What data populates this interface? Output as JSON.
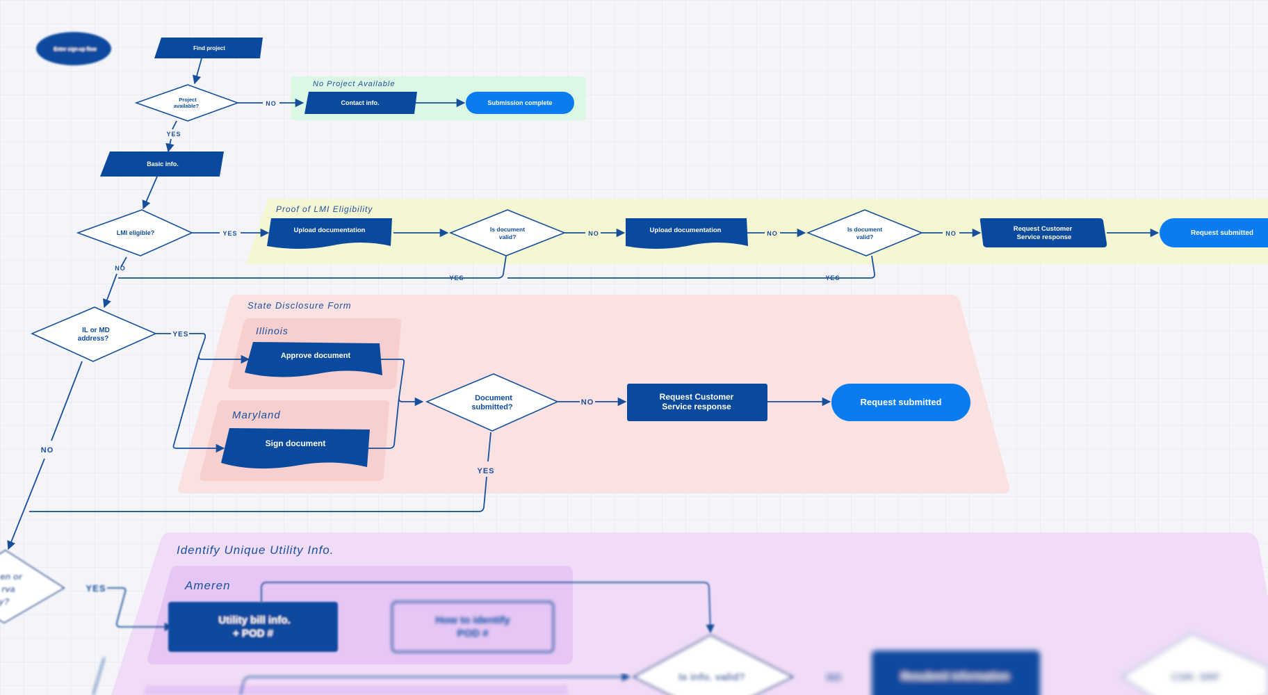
{
  "colors": {
    "node_fill": "#0a4a9e",
    "terminal_fill": "#0a7cf0",
    "line": "#154f9c",
    "lane_green": "#dcf7e4",
    "lane_yellow": "#f5f7d2",
    "lane_red": "#fbe2e2",
    "lane_red_inner": "#f8cfcf",
    "lane_purple": "#f0dcf6",
    "lane_purple_inner": "#e6c6f4",
    "grid": "#e3e3ea"
  },
  "nodes": {
    "start": "Enter sign-up flow",
    "find_project": "Find project",
    "project_available": "Project available?",
    "contact_info": "Contact info.",
    "submission_complete": "Submission complete",
    "basic_info": "Basic info.",
    "lmi_eligible": "LMI eligible?",
    "upload_doc_1": "Upload documentation",
    "doc_valid_1": "Is document valid?",
    "upload_doc_2": "Upload documentation",
    "doc_valid_2": "Is document valid?",
    "request_cs_1": "Request Customer Service response",
    "request_submitted_1": "Request submitted",
    "il_md": "IL or MD address?",
    "approve_document": "Approve document",
    "sign_document": "Sign document",
    "document_submitted": "Document submitted?",
    "request_cs_2": "Request Customer Service response",
    "request_submitted_2": "Request submitted",
    "ameren_comed": "Ameren or Conserva utility?",
    "utility_bill": "Utility bill info. + POD #",
    "how_to_identify": "How to identify POD #",
    "info_valid": "Is info. valid?",
    "blurred_node": "Resubmit information",
    "blurred_diamond": "CSR. SRF"
  },
  "lanes": {
    "no_project": "No Project Available",
    "lmi": "Proof of LMI Eligibility",
    "state": "State Disclosure Form",
    "illinois": "Illinois",
    "maryland": "Maryland",
    "utility": "Identify Unique Utility Info.",
    "ameren": "Ameren"
  },
  "edge_labels": {
    "yes": "YES",
    "no": "NO"
  }
}
